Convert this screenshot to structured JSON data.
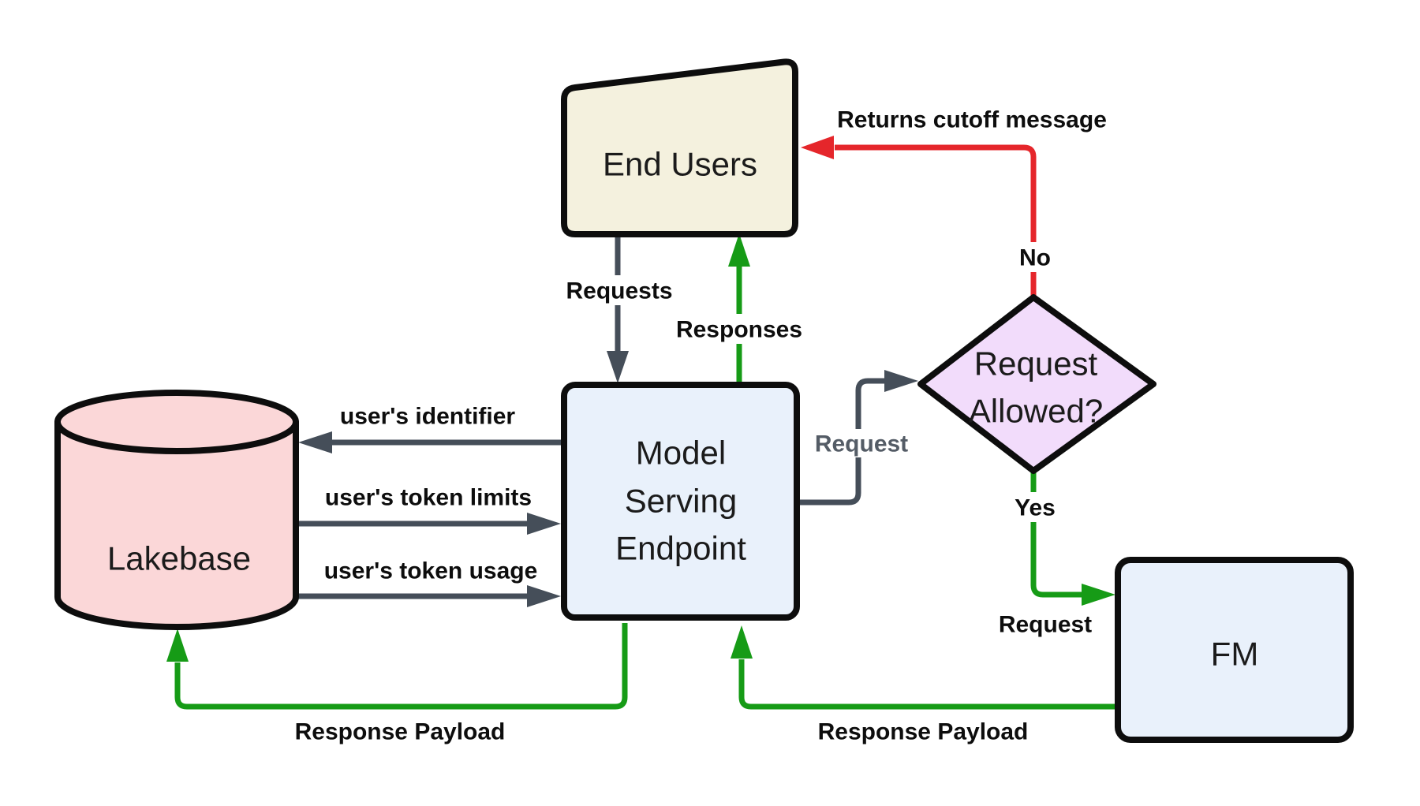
{
  "diagram": {
    "type": "flowchart",
    "nodes": {
      "end_users": {
        "label": "End Users",
        "shape": "trapezoid"
      },
      "model_serving_endpoint": {
        "lines": [
          "Model",
          "Serving",
          "Endpoint"
        ],
        "shape": "rounded-rect"
      },
      "lakebase": {
        "label": "Lakebase",
        "shape": "cylinder"
      },
      "request_allowed": {
        "lines": [
          "Request",
          "Allowed?"
        ],
        "shape": "diamond"
      },
      "fm": {
        "label": "FM",
        "shape": "rounded-rect"
      }
    },
    "edge_labels": {
      "requests": "Requests",
      "responses": "Responses",
      "users_identifier": "user's identifier",
      "users_token_limits": "user's token limits",
      "users_token_usage": "user's token usage",
      "request_to_decision": "Request",
      "returns_cutoff_message": "Returns cutoff message",
      "no": "No",
      "yes": "Yes",
      "request_to_fm": "Request",
      "response_payload_left": "Response Payload",
      "response_payload_right": "Response Payload"
    },
    "colors": {
      "arrow_dark": "#454e59",
      "arrow_green": "#169b16",
      "arrow_red": "#e5262b",
      "node_border": "#0d0d0d",
      "label_dark": "#0d0d0d",
      "label_gray": "#545c66",
      "fill_end_users": "#f4f1de",
      "fill_endpoint": "#e9f1fb",
      "fill_lakebase": "#fbd7d8",
      "fill_decision": "#f2dcfb",
      "fill_fm": "#e9f1fb",
      "label_bg": "#ffffff",
      "canvas_bg": "#ffffff"
    }
  }
}
